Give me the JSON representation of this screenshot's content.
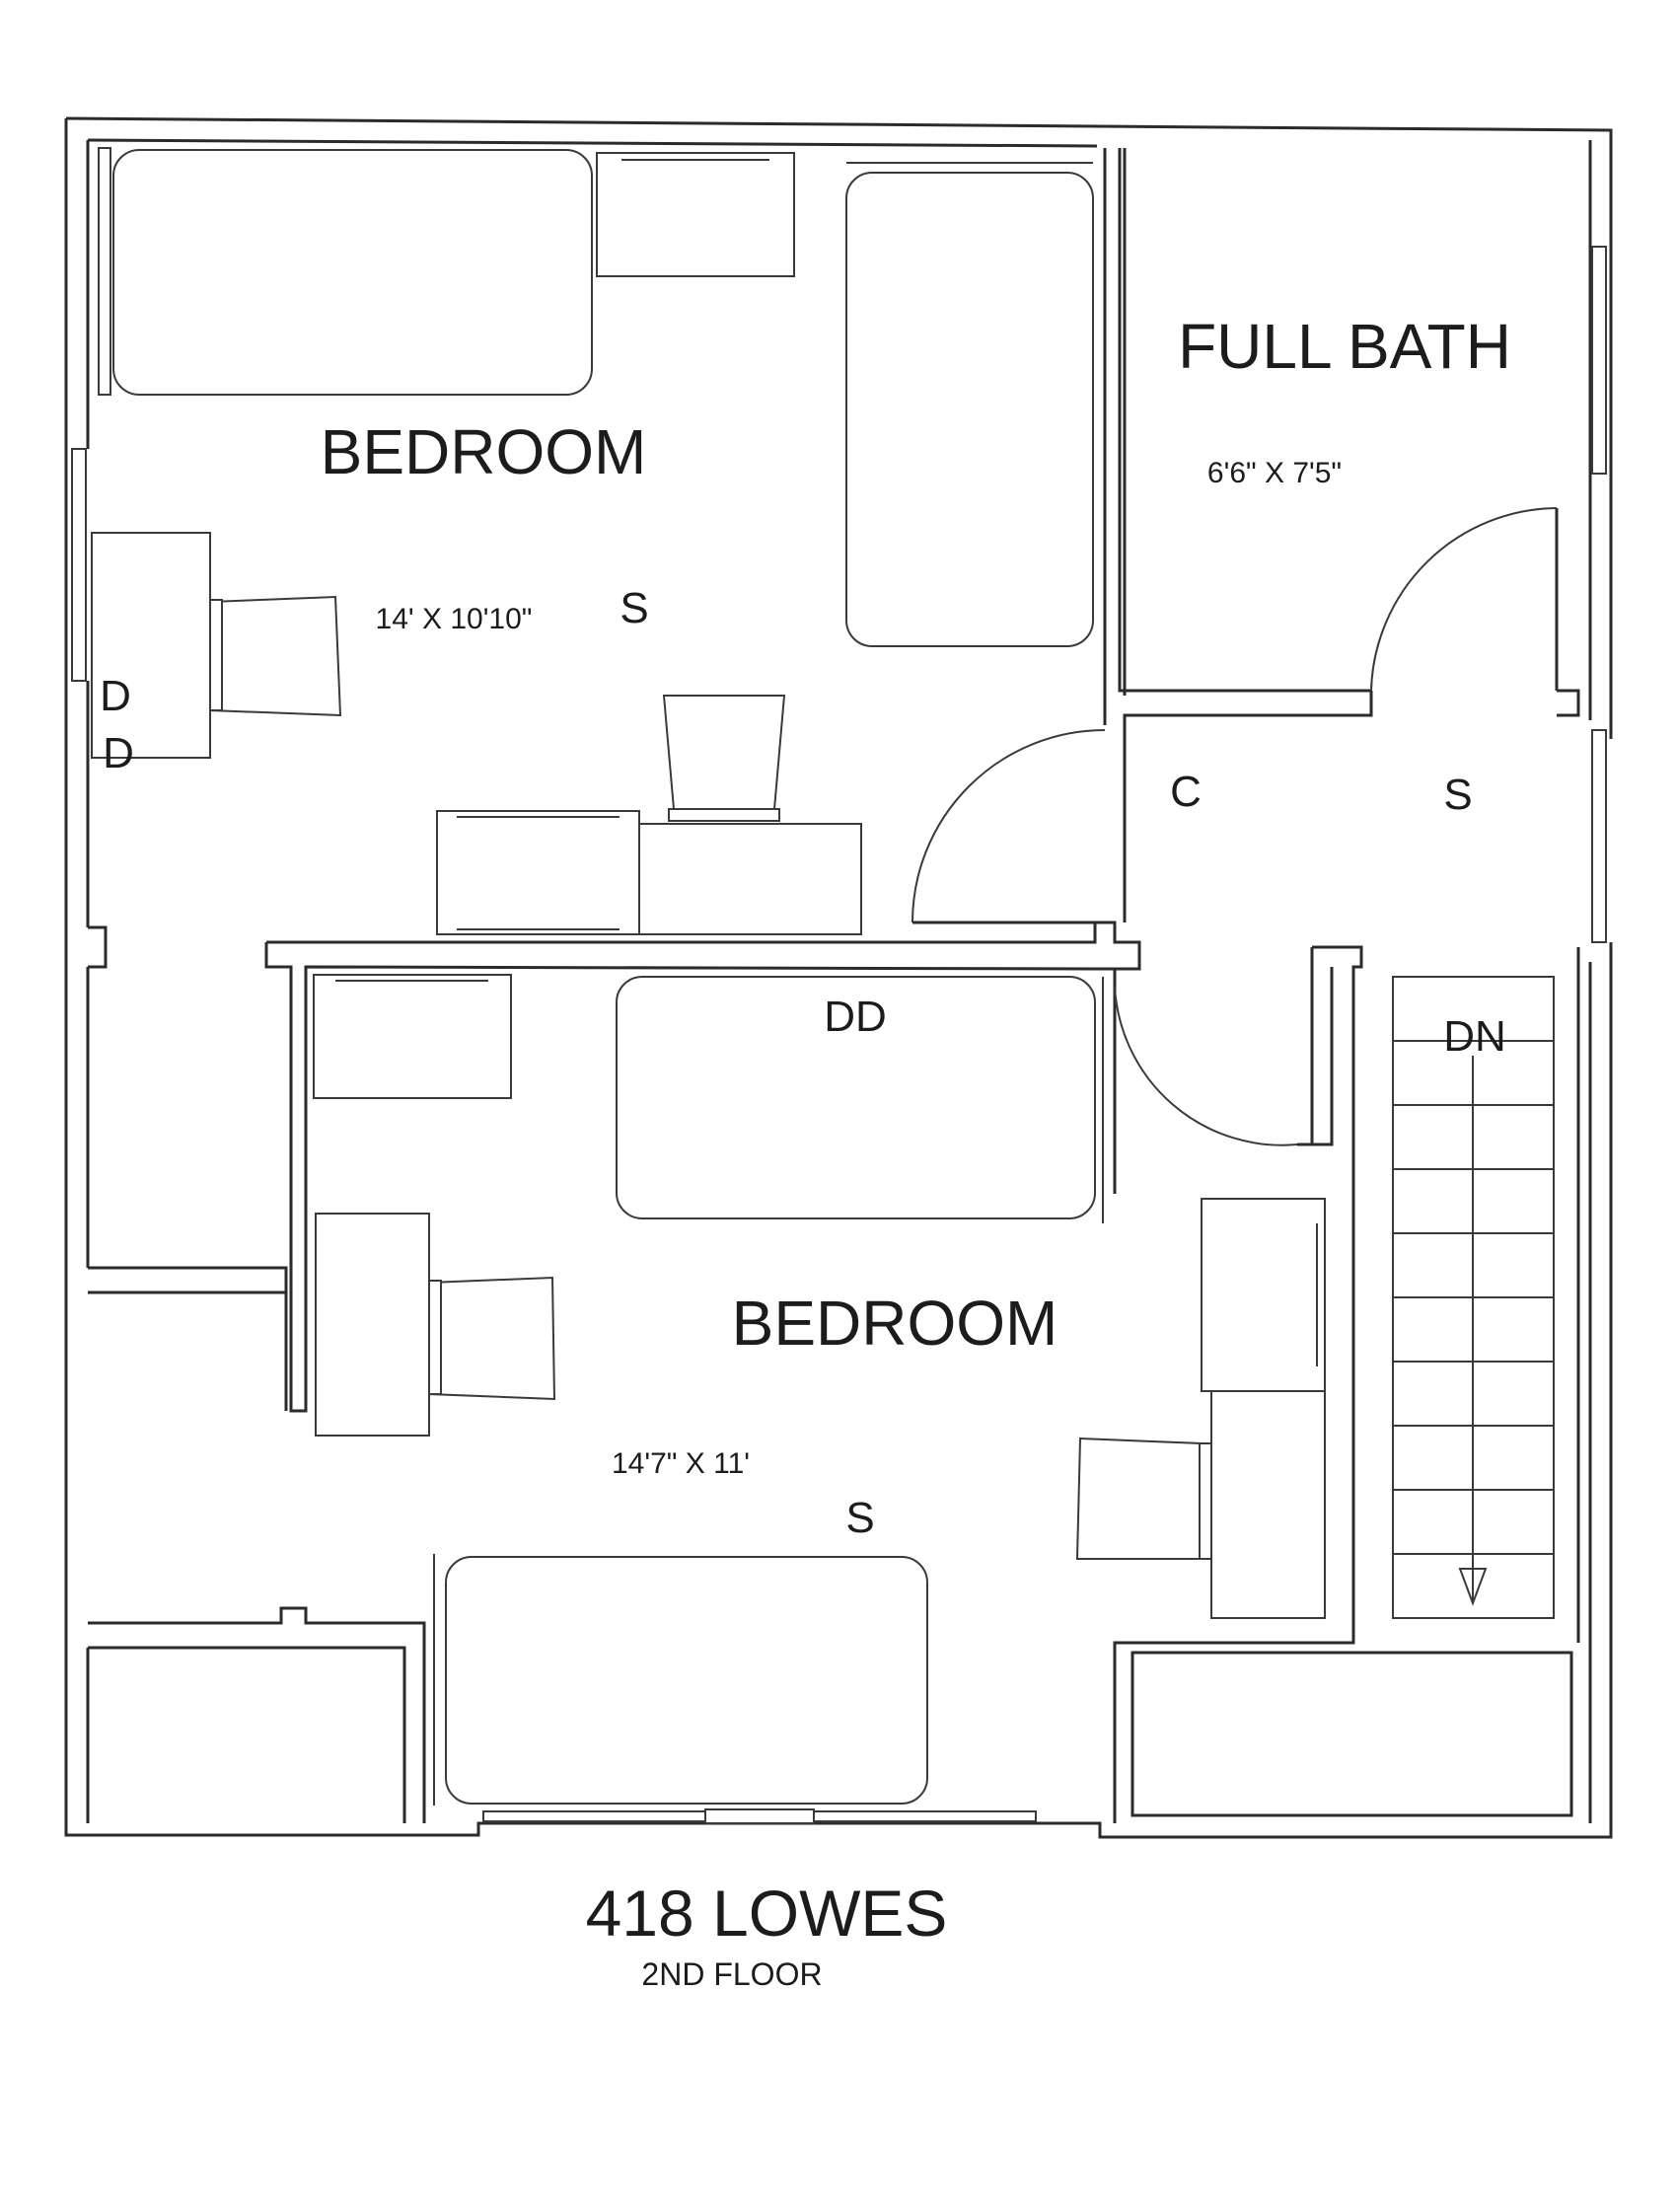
{
  "rooms": {
    "bedroom_top": {
      "name": "BEDROOM",
      "size": "14' X 10'10\"",
      "marker": "S"
    },
    "full_bath": {
      "name": "FULL BATH",
      "size": "6'6\" X 7'5\""
    },
    "hall": {
      "closet_marker": "C",
      "storage_marker": "S"
    },
    "bedroom_bottom": {
      "name": "BEDROOM",
      "size": "14'7\" X 11'",
      "marker": "S",
      "door_marker": "DD"
    },
    "stairs": {
      "label": "DN"
    }
  },
  "left_wall_markers": [
    "D",
    "D"
  ],
  "title": {
    "address": "418 LOWES",
    "floor": "2ND FLOOR"
  },
  "colors": {
    "line": "#2b2b2b",
    "background": "#ffffff"
  }
}
